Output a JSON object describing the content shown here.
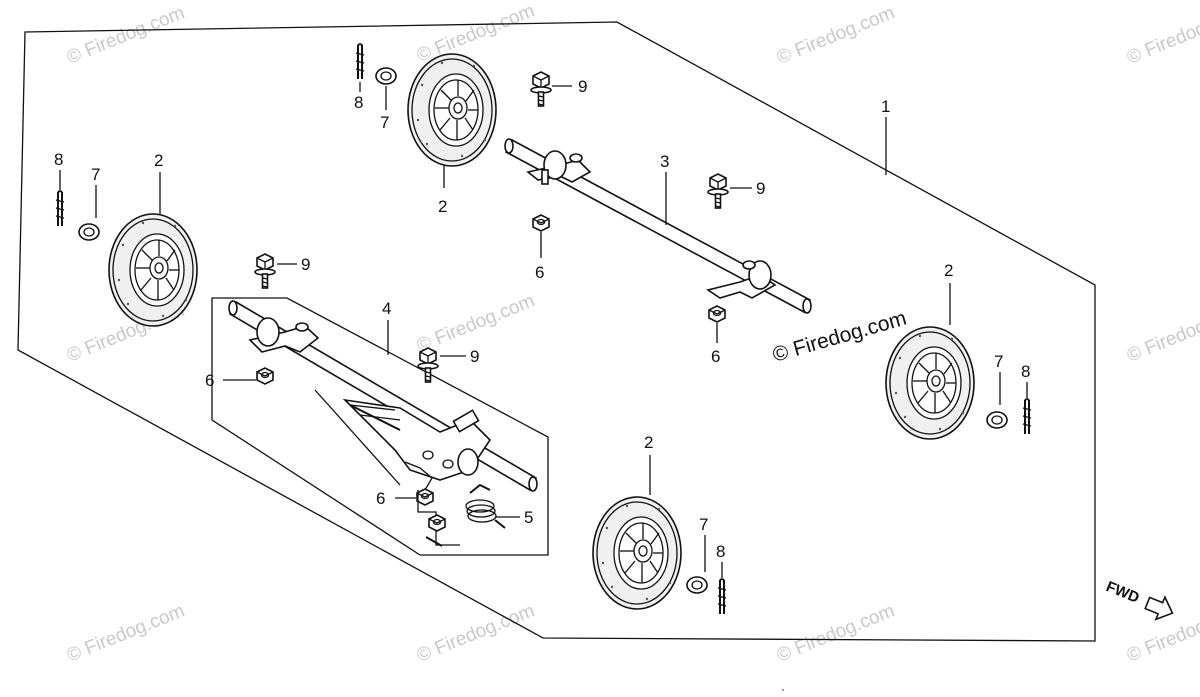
{
  "diagram": {
    "copyright": "© Firedog.com",
    "watermark": "© Firedog.com",
    "direction_label": "FWD",
    "callouts": {
      "assembly": "1",
      "wheel": "2",
      "front_axle": "3",
      "rear_axle": "4",
      "spring": "5",
      "nut": "6",
      "washer": "7",
      "pin": "8",
      "bolt": "9"
    }
  }
}
